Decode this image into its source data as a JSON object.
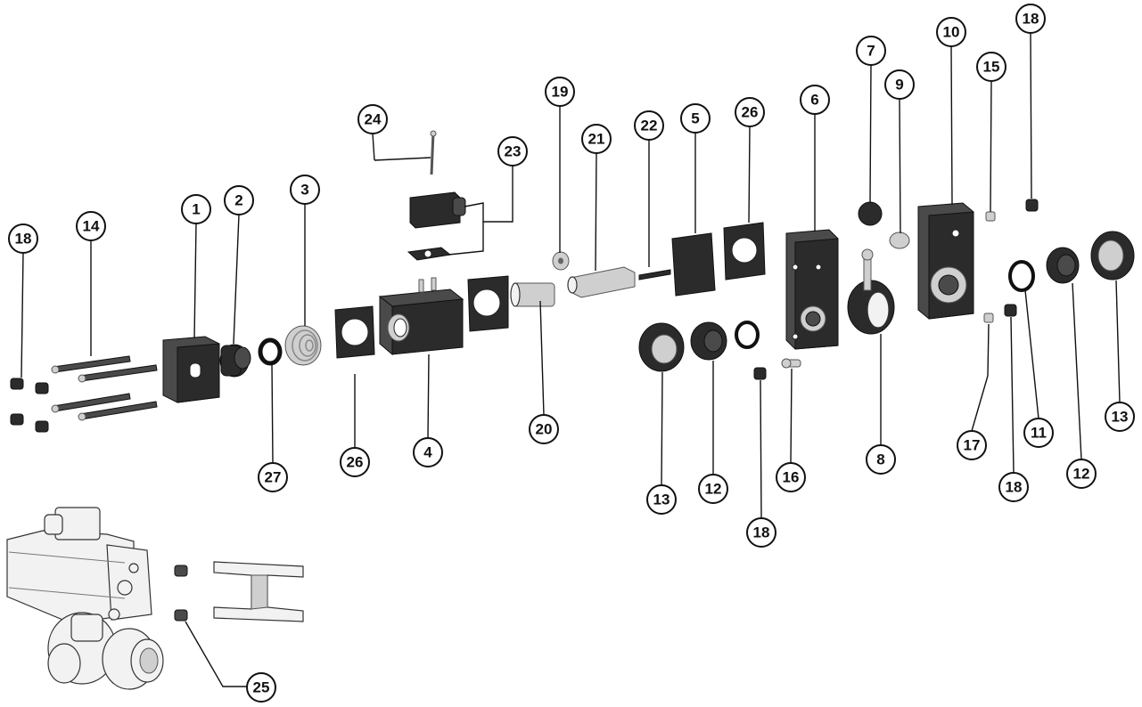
{
  "callouts": [
    "1",
    "2",
    "3",
    "4",
    "5",
    "6",
    "7",
    "8",
    "9",
    "10",
    "11",
    "12",
    "13",
    "14",
    "15",
    "16",
    "17",
    "18",
    "19",
    "20",
    "21",
    "22",
    "23",
    "24",
    "25",
    "26",
    "27"
  ],
  "colors": {
    "ink": "#111111",
    "part_dark": "#2b2b2b",
    "part_light": "#cfcfcf",
    "background": "#ffffff"
  }
}
